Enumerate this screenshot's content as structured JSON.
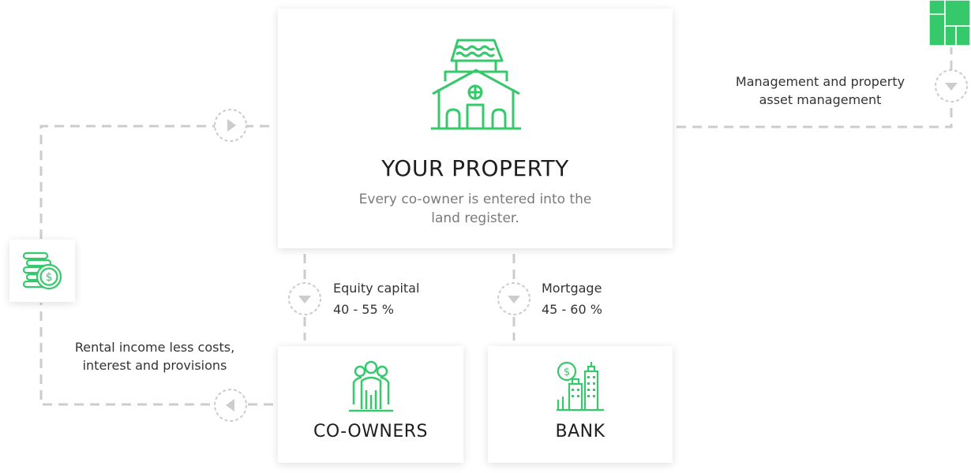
{
  "colors": {
    "accent": "#35c96b",
    "line": "#cccccc",
    "text": "#222222",
    "muted": "#7a7a7a"
  },
  "property": {
    "title": "YOUR PROPERTY",
    "description": "Every co-owner is entered into the land register.",
    "icon": "house-icon"
  },
  "coowners": {
    "title": "CO-OWNERS",
    "icon": "people-group-icon"
  },
  "bank": {
    "title": "BANK",
    "icon": "bank-buildings-icon"
  },
  "income": {
    "icon": "coins-dollar-icon"
  },
  "labels": {
    "management": "Management and property asset management",
    "equity_label": "Equity capital",
    "equity_value": "40 - 55 %",
    "mortgage_label": "Mortgage",
    "mortgage_value": "45 - 60 %",
    "rental": "Rental income less costs, interest and provisions"
  },
  "arrows": [
    "arrow-right-icon",
    "arrow-down-icon",
    "arrow-down-icon",
    "arrow-down-icon",
    "arrow-left-icon"
  ]
}
